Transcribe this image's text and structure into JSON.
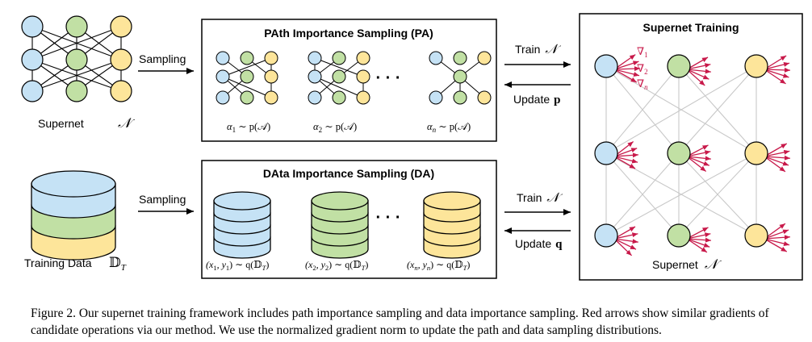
{
  "colors": {
    "blue": "#c5e2f5",
    "green": "#c1e0a4",
    "yellow": "#fde59a",
    "grad_arrow": "#c8194a",
    "edge_gray": "#c8c8c8",
    "node_stroke": "#000000"
  },
  "supernet_left": {
    "label": "Supernet",
    "symbol": "𝒩"
  },
  "training_data": {
    "label": "Training Data",
    "symbol": "𝔻",
    "symbol_sub": "T"
  },
  "sampling_top": "Sampling",
  "sampling_bottom": "Sampling",
  "pa_box": {
    "title": "PAth Importance Sampling (PA)",
    "labels": [
      {
        "a": "α",
        "i": "1",
        "rest": " ∼ p(𝒜)"
      },
      {
        "a": "α",
        "i": "2",
        "rest": " ∼ p(𝒜)"
      },
      {
        "a": "α",
        "i": "n",
        "rest": " ∼ p(𝒜)"
      }
    ],
    "ellipsis": "· · ·"
  },
  "da_box": {
    "title": "DAta Importance Sampling (DA)",
    "labels": [
      {
        "x": "(x",
        "i": "1",
        "m": ", y",
        "j": "1",
        "rest": ") ∼ q(𝔻",
        "t": "T",
        "end": ")"
      },
      {
        "x": "(x",
        "i": "2",
        "m": ", y",
        "j": "2",
        "rest": ") ∼ q(𝔻",
        "t": "T",
        "end": ")"
      },
      {
        "x": "(x",
        "i": "n",
        "m": ", y",
        "j": "n",
        "rest": ") ∼ q(𝔻",
        "t": "T",
        "end": ")"
      }
    ],
    "ellipsis": "· · ·"
  },
  "arrows_top": {
    "train": "Train",
    "train_sym": "𝒩",
    "update": "Update",
    "update_sym": "p"
  },
  "arrows_bottom": {
    "train": "Train",
    "train_sym": "𝒩",
    "update": "Update",
    "update_sym": "q"
  },
  "supernet_training": {
    "title": "Supernet Training",
    "footer": "Supernet",
    "footer_sym": "𝒩",
    "grad_labels": [
      {
        "g": "∇",
        "i": "1"
      },
      {
        "g": "∇",
        "i": "2"
      },
      {
        "g": "∇",
        "i": "n"
      }
    ]
  },
  "caption": "Figure 2. Our supernet training framework includes path importance sampling and data importance sampling. Red arrows show similar gradients of candidate operations via our method. We use the normalized gradient norm to update the path and data sampling distributions."
}
